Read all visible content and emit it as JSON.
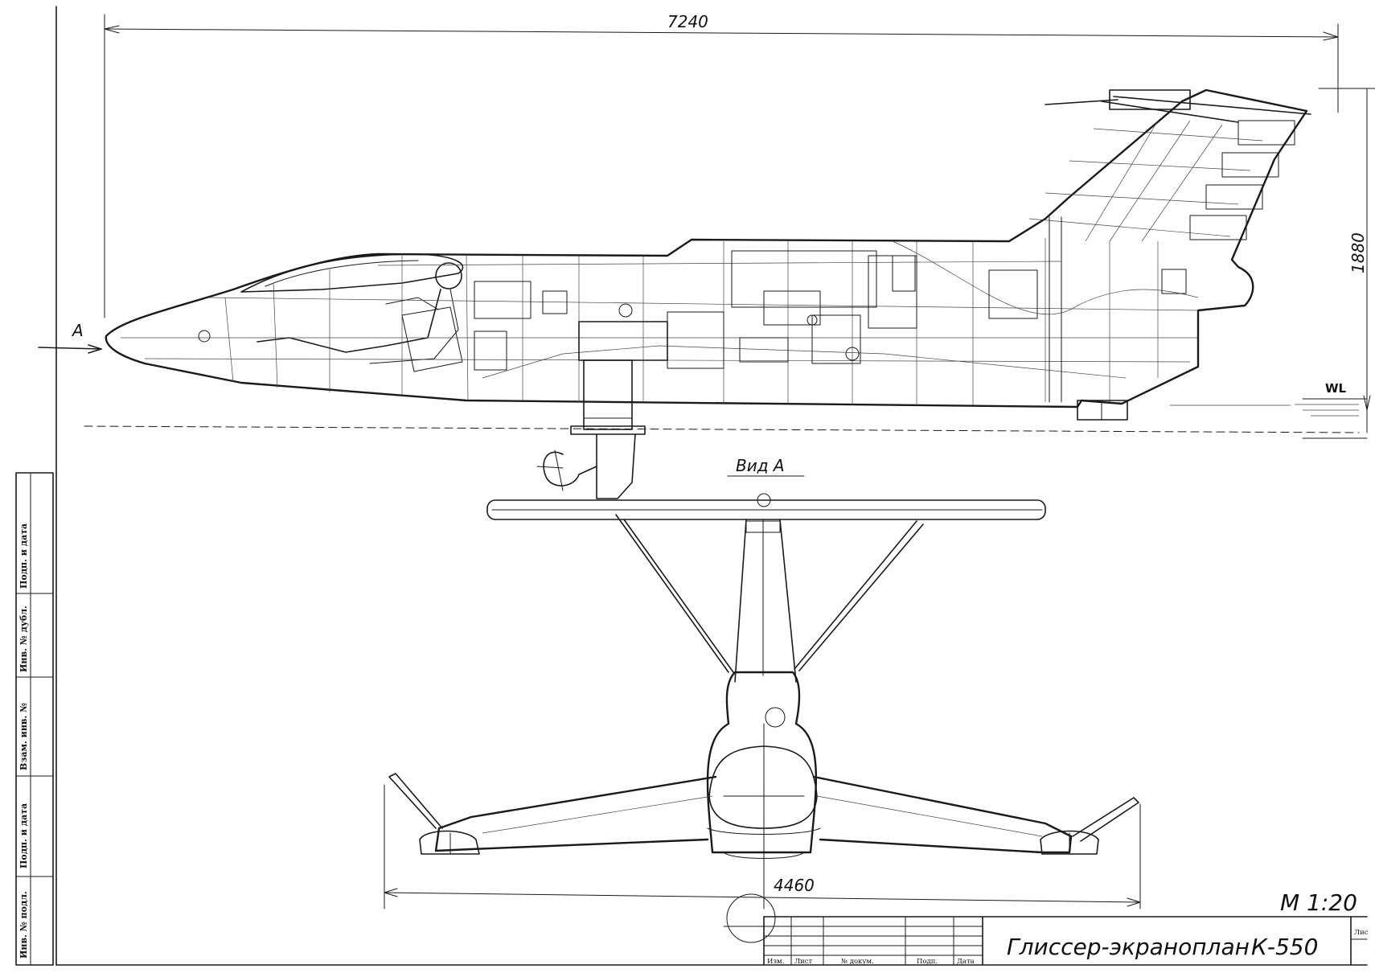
{
  "dimensions": {
    "length": "7240",
    "height": "1880",
    "span": "4460"
  },
  "labels": {
    "view_arrow": "A",
    "waterline": "WL",
    "view_title": "Вид А"
  },
  "scale": "М 1:20",
  "title_block": {
    "name": "Глиссер-экраноплан",
    "designation": "К-550",
    "sheet_label": "Лис",
    "columns": [
      "Изм.",
      "Лист",
      "№ докум.",
      "Подп.",
      "Дата"
    ]
  },
  "side_stamp": {
    "fields": [
      "Инв. № подл.",
      "Подп. и дата",
      "Взам. инв. №",
      "Инв. № дубл.",
      "Подп. и дата"
    ]
  }
}
